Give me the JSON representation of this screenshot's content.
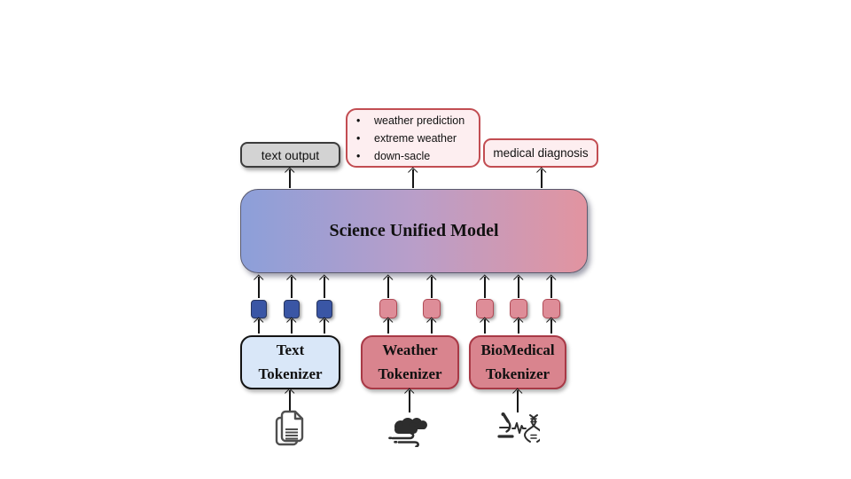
{
  "outputs": {
    "text_output": {
      "label": "text output"
    },
    "weather_tasks": {
      "items": [
        "weather prediction",
        "extreme weather",
        "down-sacle"
      ]
    },
    "medical": {
      "label": "medical diagnosis"
    }
  },
  "model": {
    "title": "Science Unified Model"
  },
  "tokenizers": {
    "text": {
      "label": "Text Tokenizer"
    },
    "weather": {
      "label": "Weather Tokenizer"
    },
    "biomedical": {
      "label": "BioMedical Tokenizer"
    }
  },
  "tokens": {
    "text_count": 3,
    "weather_count": 2,
    "biomedical_count": 3
  },
  "icons": {
    "text_input": "documents-icon",
    "weather_input": "clouds-wind-icon",
    "biomedical_input": "microscope-dna-icon"
  },
  "colors": {
    "model_gradient_left": "#8c9fd9",
    "model_gradient_mid": "#b99ec9",
    "model_gradient_right": "#e294a0",
    "text_token_fill": "#3a56a5",
    "science_token_fill": "#de8d98",
    "text_tokenizer_fill": "#d9e7f8",
    "science_tokenizer_fill": "#d9848e",
    "science_tokenizer_border": "#a83946",
    "output_pink_fill": "#fdeef0",
    "output_red_border": "#c24d52",
    "text_output_fill": "#d3d3d3"
  }
}
